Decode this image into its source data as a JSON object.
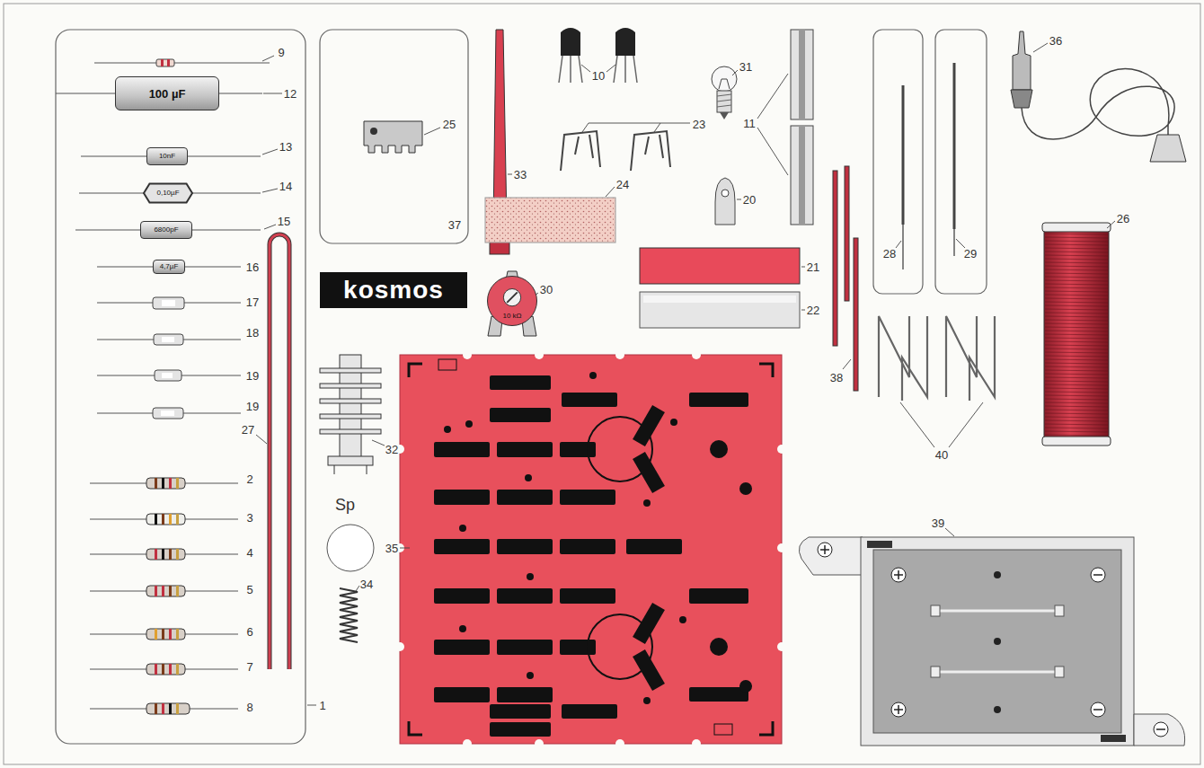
{
  "diagram": {
    "nodes": [
      {
        "text": [
          "100 µF"
        ]
      },
      {
        "text": [
          "10nF"
        ]
      },
      {
        "text": [
          "0,10µF"
        ]
      },
      {
        "text": [
          "6800pF"
        ]
      },
      {
        "text": [
          "4,7µF"
        ]
      },
      {
        "text": [
          "kosmos"
        ]
      },
      {
        "text": [
          "10 kΩ"
        ]
      }
    ],
    "labels": [
      "9",
      "12",
      "13",
      "14",
      "15",
      "16",
      "17",
      "18",
      "19",
      "19",
      "27",
      "2",
      "3",
      "4",
      "5",
      "6",
      "7",
      "8",
      "1",
      "25",
      "37",
      "33",
      "10",
      "23",
      "24",
      "31",
      "20",
      "11",
      "21",
      "22",
      "28",
      "29",
      "36",
      "26",
      "38",
      "40",
      "30",
      "32",
      "Sp",
      "35",
      "34",
      "39"
    ]
  }
}
